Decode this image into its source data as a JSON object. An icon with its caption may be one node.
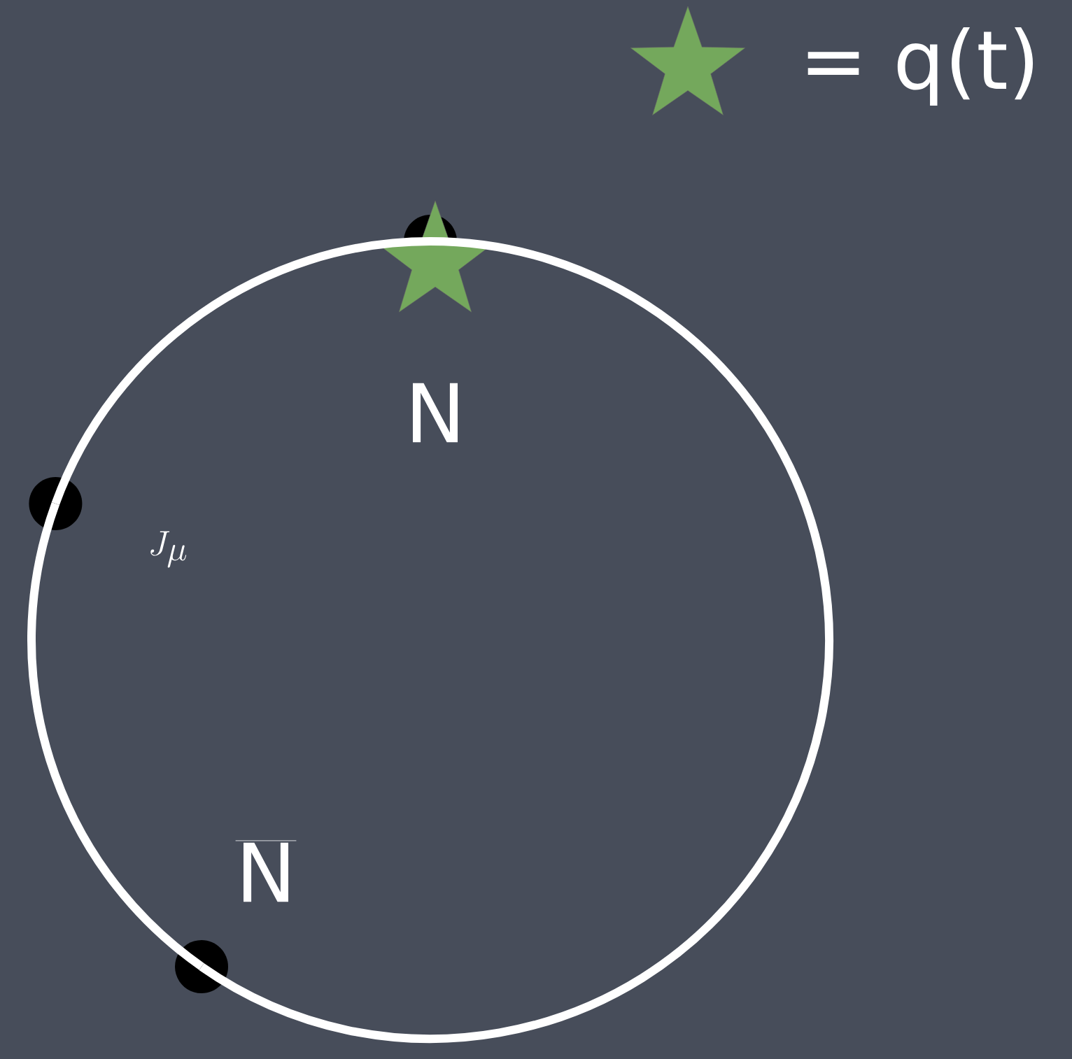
{
  "diagram": {
    "nodes": [
      {
        "text": [],
        "shape": "circle",
        "beside": [
          "N"
        ]
      },
      {
        "text": [],
        "shape": "circle"
      },
      {
        "text": [],
        "shape": "circle",
        "beside": [
          "\\overline{\\mathrm{N}}"
        ]
      }
    ],
    "edges": [
      {
        "from": 0,
        "to": 1,
        "arrow": "none"
      },
      {
        "from": 1,
        "to": 2,
        "arrow": "none"
      },
      {
        "from": 2,
        "to": 0,
        "arrow": "none"
      }
    ],
    "labels": [
      "J_\\mu"
    ],
    "legend": [
      {
        "text": "= q(t)"
      }
    ]
  }
}
